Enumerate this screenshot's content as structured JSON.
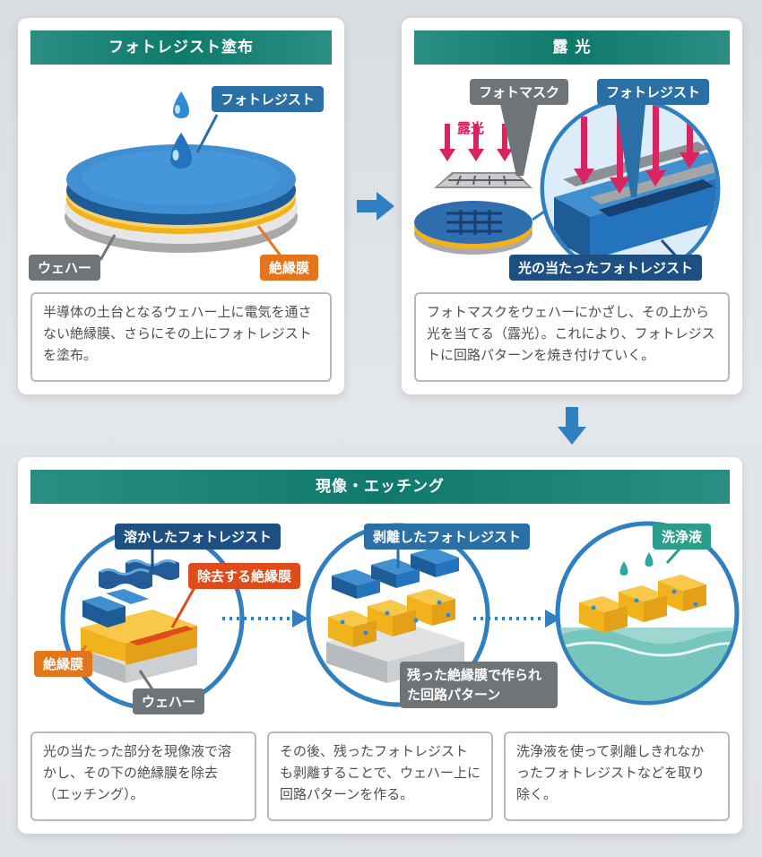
{
  "step1": {
    "title": "フォトレジスト塗布",
    "label_photoresist": "フォトレジスト",
    "label_wafer": "ウェハー",
    "label_insulating_film": "絶縁膜",
    "description": "半導体の土台となるウェハー上に電気を通さない絶縁膜、さらにその上にフォトレジストを塗布。"
  },
  "step2": {
    "title": "露 光",
    "label_photomask": "フォトマスク",
    "label_photoresist": "フォトレジスト",
    "label_exposure": "露光",
    "label_exposed_resist": "光の当たったフォトレジスト",
    "description": "フォトマスクをウェハーにかざし、その上から光を当てる（露光）。これにより、フォトレジストに回路パターンを焼き付けていく。"
  },
  "step3": {
    "title": "現像・エッチング",
    "label_dissolved_resist": "溶かしたフォトレジスト",
    "label_removed_film": "除去する絶縁膜",
    "label_insulating_film": "絶縁膜",
    "label_wafer": "ウェハー",
    "label_stripped_resist": "剥離したフォトレジスト",
    "label_remaining_film": "残った絶縁膜で作られた回路パターン",
    "label_cleaning_fluid": "洗浄液",
    "desc1": "光の当たった部分を現像液で溶かし、その下の絶縁膜を除去（エッチング）。",
    "desc2": "その後、残ったフォトレジストも剥離することで、ウェハー上に回路パターンを作る。",
    "desc3": "洗浄液を使って剥離しきれなかったフォトレジストなどを取り除く。"
  },
  "colors": {
    "header_teal": "#0f7a6c",
    "arrow_blue": "#2f7fc1",
    "exposure_magenta": "#d8245f",
    "film_yellow": "#f2b21c",
    "resist_blue": "#2b6fa7"
  }
}
